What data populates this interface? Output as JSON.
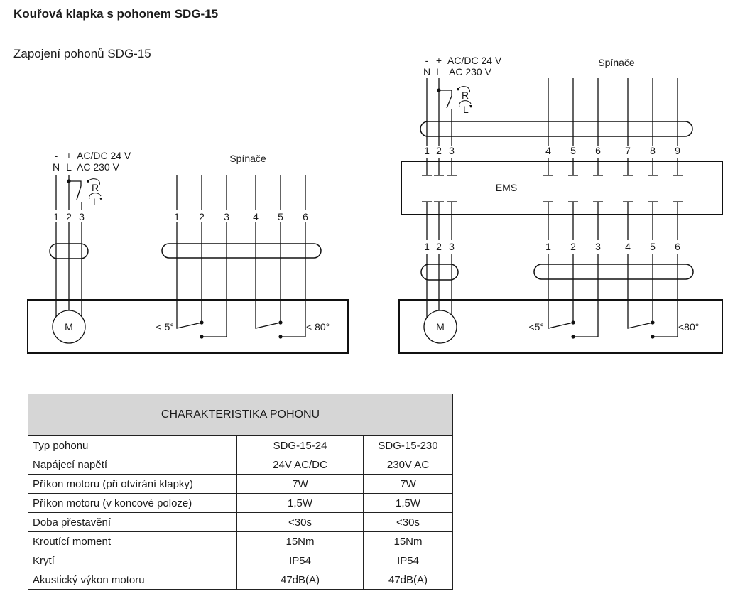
{
  "title": "Kouřová klapka s pohonem SDG-15",
  "subtitle": "Zapojení pohonů SDG-15",
  "diagram_left": {
    "supply_line1": {
      "minus": "-",
      "plus": "+",
      "label": "AC/DC 24 V"
    },
    "supply_line2": {
      "n": "N",
      "l": "L",
      "label": "AC 230 V"
    },
    "rotation_r": "R",
    "rotation_l": "L",
    "switches_label": "Spínače",
    "power_terminals": [
      "1",
      "2",
      "3"
    ],
    "switch_terminals": [
      "1",
      "2",
      "3",
      "4",
      "5",
      "6"
    ],
    "motor": "M",
    "switch_low": "< 5°",
    "switch_high": "< 80°"
  },
  "diagram_right": {
    "supply_line1": {
      "minus": "-",
      "plus": "+",
      "label": "AC/DC 24 V"
    },
    "supply_line2": {
      "n": "N",
      "l": "L",
      "label": "AC 230 V"
    },
    "rotation_r": "R",
    "rotation_l": "L",
    "switches_label": "Spínače",
    "top_terminals": [
      "1",
      "2",
      "3",
      "4",
      "5",
      "6",
      "7",
      "8",
      "9"
    ],
    "module": "EMS",
    "power_terminals": [
      "1",
      "2",
      "3"
    ],
    "switch_terminals": [
      "1",
      "2",
      "3",
      "4",
      "5",
      "6"
    ],
    "motor": "M",
    "switch_low": "<5°",
    "switch_high": "<80°"
  },
  "table": {
    "title": "CHARAKTERISTIKA POHONU",
    "rows": [
      [
        "Typ pohonu",
        "SDG-15-24",
        "SDG-15-230"
      ],
      [
        "Napájecí napětí",
        "24V AC/DC",
        "230V AC"
      ],
      [
        "Příkon motoru (při otvírání klapky)",
        "7W",
        "7W"
      ],
      [
        "Příkon motoru (v koncové poloze)",
        "1,5W",
        "1,5W"
      ],
      [
        "Doba přestavění",
        "<30s",
        "<30s"
      ],
      [
        "Kroutící moment",
        "15Nm",
        "15Nm"
      ],
      [
        "Krytí",
        "IP54",
        "IP54"
      ],
      [
        "Akustický výkon motoru",
        "47dB(A)",
        "47dB(A)"
      ]
    ]
  }
}
